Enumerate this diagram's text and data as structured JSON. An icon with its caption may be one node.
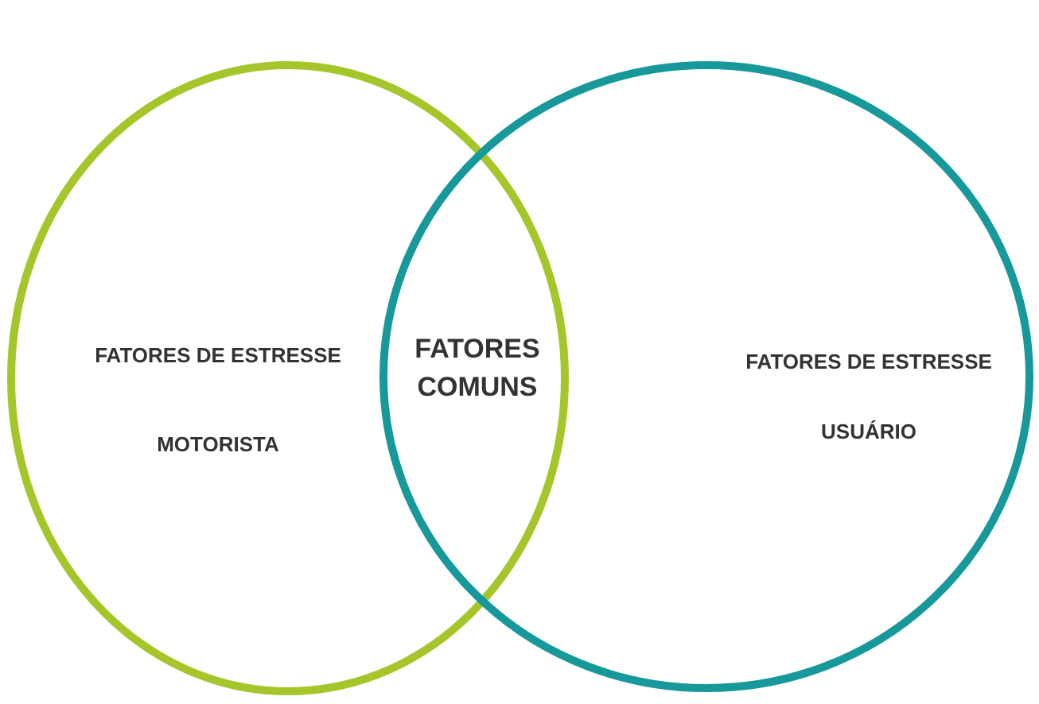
{
  "diagram": {
    "nodes": [
      {
        "text": [
          "FATORES DE ESTRESSE",
          "MOTORISTA"
        ]
      },
      {
        "text": [
          "FATORES DE ESTRESSE",
          "USUÁRIO"
        ]
      }
    ],
    "edges": [],
    "labels": [
      "FATORES COMUNS"
    ]
  }
}
